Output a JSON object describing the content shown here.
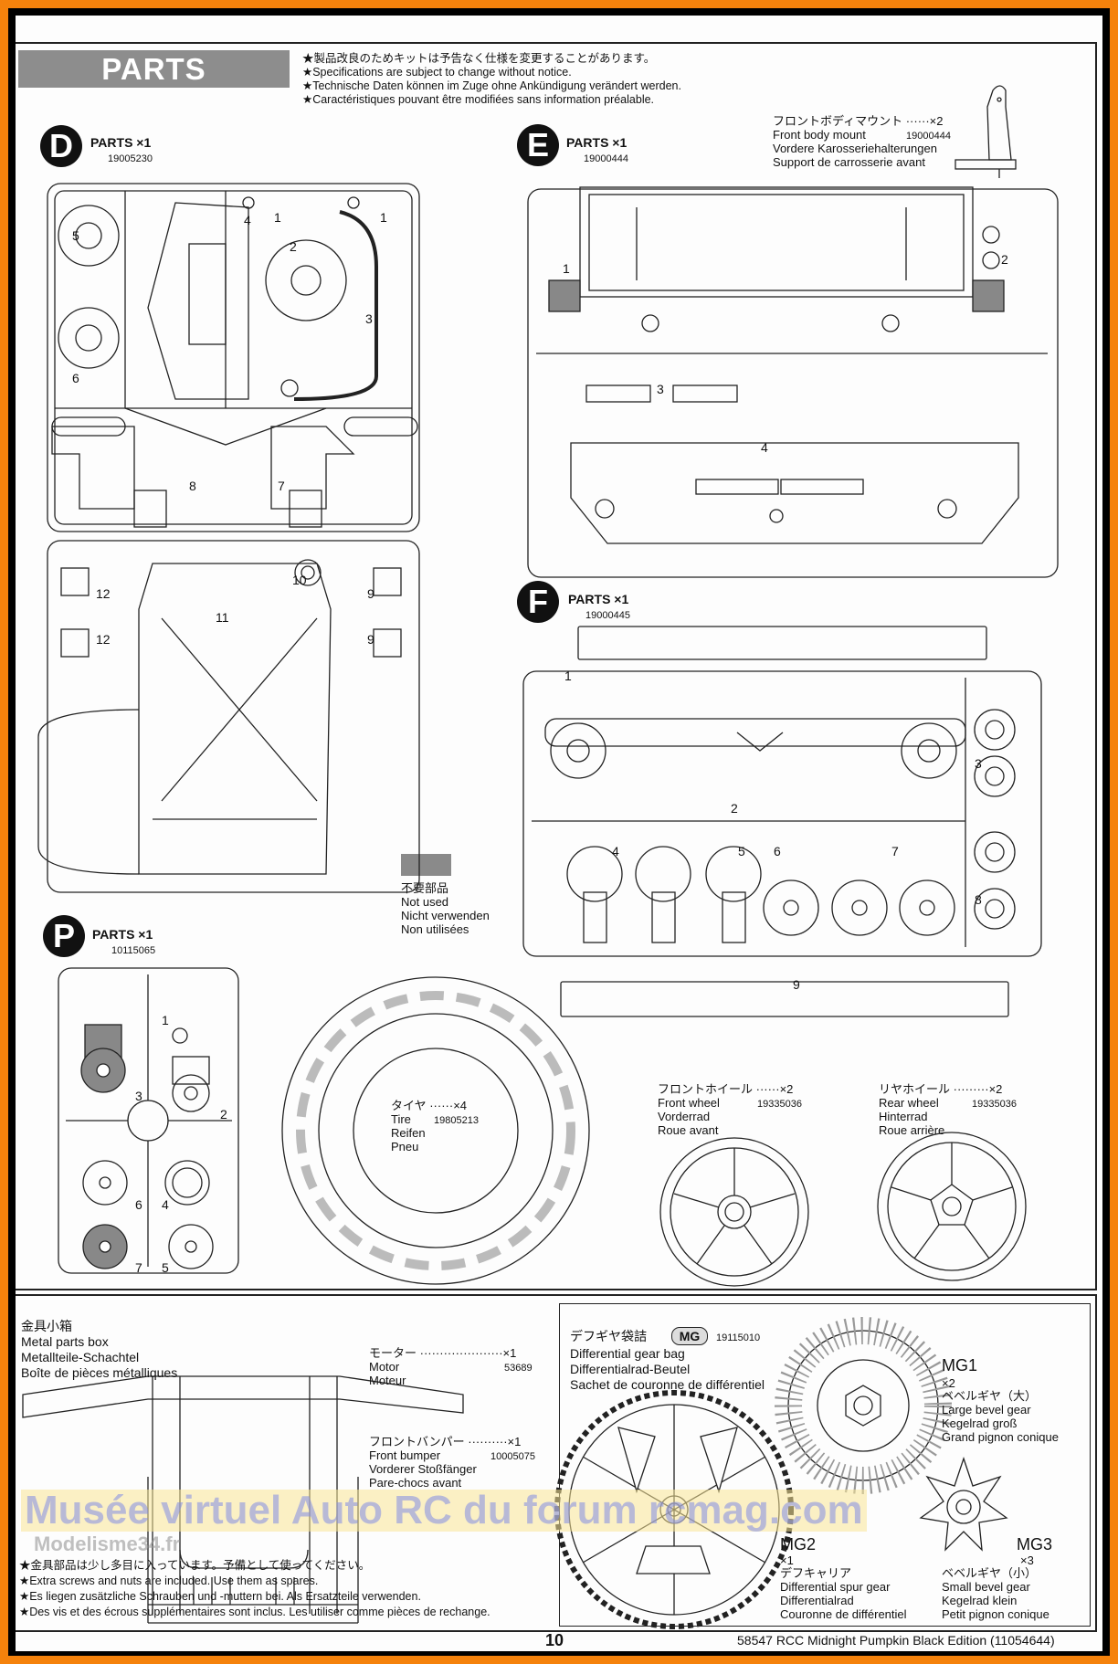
{
  "header": {
    "title": "PARTS",
    "notes": [
      "★製品改良のためキットは予告なく仕様を変更することがあります。",
      "★Specifications are subject to change without notice.",
      "★Technische Daten können im Zuge ohne Ankündigung verändert werden.",
      "★Caractéristiques pouvant être modifiées sans information préalable."
    ]
  },
  "sprues": {
    "D": {
      "letter": "D",
      "label": "PARTS ×1",
      "code": "19005230",
      "numbers": [
        "5",
        "4",
        "1",
        "1",
        "2",
        "3",
        "6",
        "8",
        "7",
        "10",
        "12",
        "9",
        "11",
        "12",
        "9"
      ]
    },
    "E": {
      "letter": "E",
      "label": "PARTS ×1",
      "code": "19000444",
      "numbers": [
        "1",
        "2",
        "3",
        "4"
      ]
    },
    "F": {
      "letter": "F",
      "label": "PARTS ×1",
      "code": "19000445",
      "numbers": [
        "1",
        "2",
        "3",
        "4",
        "5",
        "6",
        "7",
        "8",
        "9"
      ]
    },
    "P": {
      "letter": "P",
      "label": "PARTS ×1",
      "code": "10115065",
      "numbers": [
        "1",
        "3",
        "2",
        "6",
        "4",
        "7",
        "5"
      ]
    }
  },
  "front_body_mount": {
    "jp": "フロントボディマウント ······×2",
    "en": "Front body mount",
    "code": "19000444",
    "de": "Vordere Karosseriehalterungen",
    "fr": "Support de carrosserie avant"
  },
  "not_used": {
    "jp": "不要部品",
    "en": "Not used",
    "de": "Nicht verwenden",
    "fr": "Non utilisées",
    "color": "#8a8a8a"
  },
  "tire": {
    "jp": "タイヤ ······×4",
    "en": "Tire",
    "code": "19805213",
    "de": "Reifen",
    "fr": "Pneu"
  },
  "front_wheel": {
    "jp": "フロントホイール ······×2",
    "en": "Front wheel",
    "code": "19335036",
    "de": "Vorderrad",
    "fr": "Roue avant"
  },
  "rear_wheel": {
    "jp": "リヤホイール ·········×2",
    "en": "Rear wheel",
    "code": "19335036",
    "de": "Hinterrad",
    "fr": "Roue arrière"
  },
  "metal_box": {
    "jp": "金具小箱",
    "en": "Metal parts box",
    "de": "Metallteile-Schachtel",
    "fr": "Boîte de pièces métalliques"
  },
  "motor": {
    "jp": "モーター ·····················×1",
    "en": "Motor",
    "code": "53689",
    "fr": "Moteur"
  },
  "front_bumper": {
    "jp": "フロントバンパー ··········×1",
    "en": "Front bumper",
    "code": "10005075",
    "de": "Vorderer Stoßfänger",
    "fr": "Pare-chocs avant"
  },
  "spare_notes": [
    "★金具部品は少し多目に入っています。予備として使ってください。",
    "★Extra screws and nuts are included. Use them as spares.",
    "★Es liegen zusätzliche Schrauben und -muttern bei. Als Ersatzteile verwenden.",
    "★Des vis et des écrous supplémentaires sont inclus. Les utiliser comme pièces de rechange."
  ],
  "diff_bag": {
    "jp": "デフギヤ袋詰",
    "badge": "MG",
    "code": "19115010",
    "en": "Differential gear bag",
    "de": "Differentialrad-Beutel",
    "fr": "Sachet de couronne de différentiel"
  },
  "mg1": {
    "id": "MG1",
    "qty": "×2",
    "jp": "ベベルギヤ（大）",
    "en": "Large bevel gear",
    "de": "Kegelrad groß",
    "fr": "Grand pignon conique"
  },
  "mg2": {
    "id": "MG2",
    "qty": "×1",
    "jp": "デフキャリア",
    "en": "Differential spur gear",
    "de": "Differentialrad",
    "fr": "Couronne de différentiel"
  },
  "mg3": {
    "id": "MG3",
    "qty": "×3",
    "jp": "ベベルギヤ（小）",
    "en": "Small bevel gear",
    "de": "Kegelrad klein",
    "fr": "Petit pignon conique"
  },
  "footer": {
    "page": "10",
    "product": "58547  RCC Midnight Pumpkin Black Edition (11054644)"
  },
  "watermark": {
    "main": "Musée virtuel Auto RC du forum rcmag.com",
    "logo": "Modelisme34.fr"
  }
}
